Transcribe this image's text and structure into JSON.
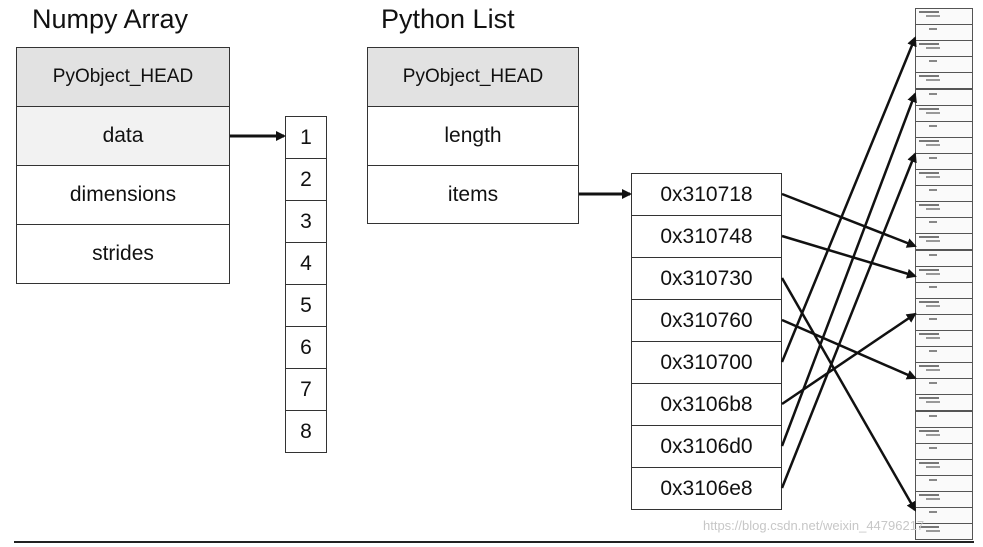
{
  "numpy": {
    "title": "Numpy Array",
    "fields": [
      "PyObject_HEAD",
      "data",
      "dimensions",
      "strides"
    ]
  },
  "data_buffer": {
    "values": [
      "1",
      "2",
      "3",
      "4",
      "5",
      "6",
      "7",
      "8"
    ]
  },
  "pylist": {
    "title": "Python List",
    "fields": [
      "PyObject_HEAD",
      "length",
      "items"
    ]
  },
  "pointers": {
    "values": [
      "0x310718",
      "0x310748",
      "0x310730",
      "0x310760",
      "0x310700",
      "0x3106b8",
      "0x3106d0",
      "0x3106e8"
    ]
  },
  "watermark": "https://blog.csdn.net/weixin_44796217"
}
